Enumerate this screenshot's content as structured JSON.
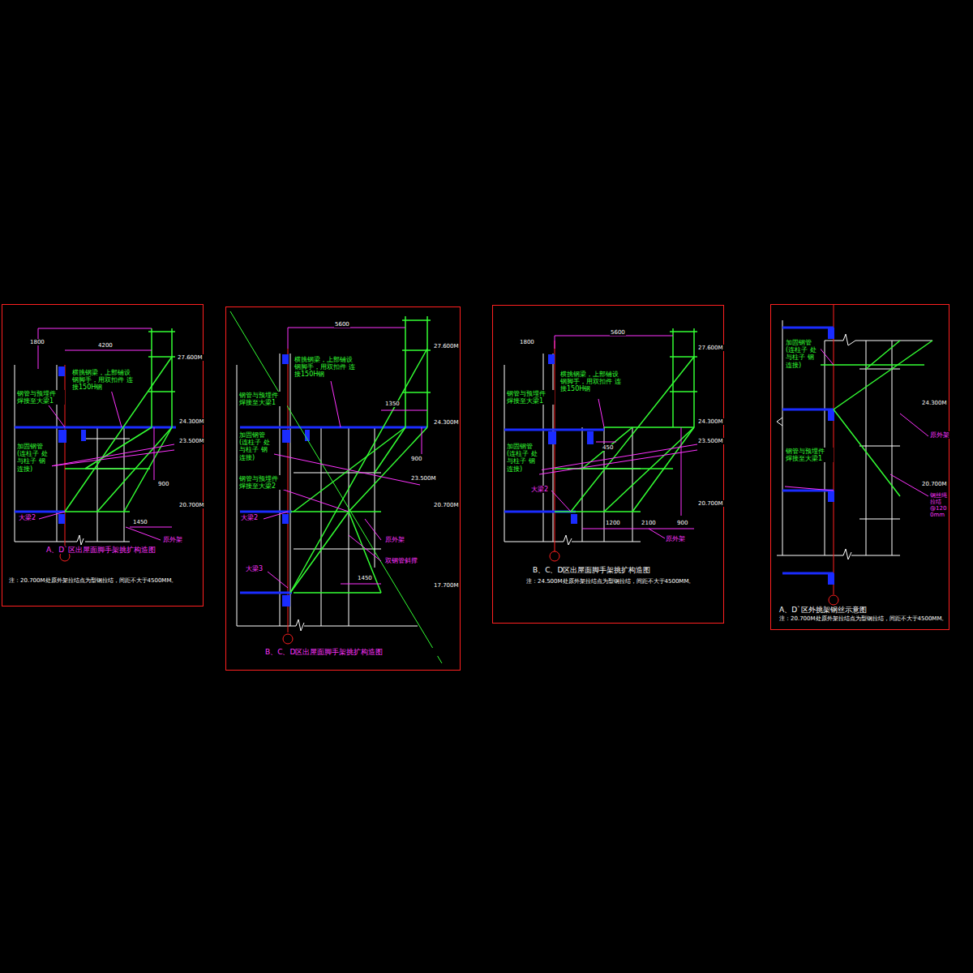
{
  "diagram": {
    "labels": [
      "1800",
      "4200",
      "27.600M",
      "横挑钢梁，上部铺设 钢脚手，用双扣件 连接150H钢",
      "钢管与预埋件 焊接至大梁1",
      "24.300M",
      "23.500M",
      "加固钢管 (连柱子 处与柱子 钢连接)",
      "900",
      "20.700M",
      "大梁2",
      "1450",
      "原外架",
      "A、D`区出屋面脚手架挑扩构造图",
      "注：20.700M处原外架拉结点为型钢拉结，间距不大于4500MM。",
      "5600",
      "27.600M",
      "横挑钢梁，上部铺设 钢脚手，用双扣件 连接150H钢",
      "钢管与预埋件 焊接至大梁1",
      "1350",
      "24.300M",
      "加固钢管 (连柱子 处与柱子 钢连接)",
      "900",
      "23.500M",
      "钢管与预埋件 焊接至大梁2",
      "20.700M",
      "大梁2",
      "原外架",
      "双钢管斜撑",
      "大梁3",
      "1450",
      "17.700M",
      "B、C、D区出屋面脚手架挑扩构造图",
      "1800",
      "5600",
      "27.600M",
      "横挑钢梁，上部铺设 钢脚手，用双扣件 连接150H钢",
      "钢管与预埋件 焊接至大梁1",
      "24.300M",
      "加固钢管 (连柱子 处与柱子 钢连接)",
      "450",
      "23.500M",
      "大梁2",
      "20.700M",
      "1200",
      "2100",
      "900",
      "原外架",
      "B、C、D区出屋面脚手架挑扩构造图",
      "注：24.500M处原外架拉结点为型钢拉结，间距不大于4500MM。",
      "加固钢管 (连柱子 处与柱子 钢连接)",
      "24.300M",
      "原外架",
      "钢管与预埋件 焊接至大梁1",
      "20.700M",
      "钢丝绳拉结 @1200mm",
      "A、D`区外挑架钢丝示意图",
      "注：20.700M处原外架拉结点为型钢拉结，间距不大于4500MM。"
    ]
  }
}
